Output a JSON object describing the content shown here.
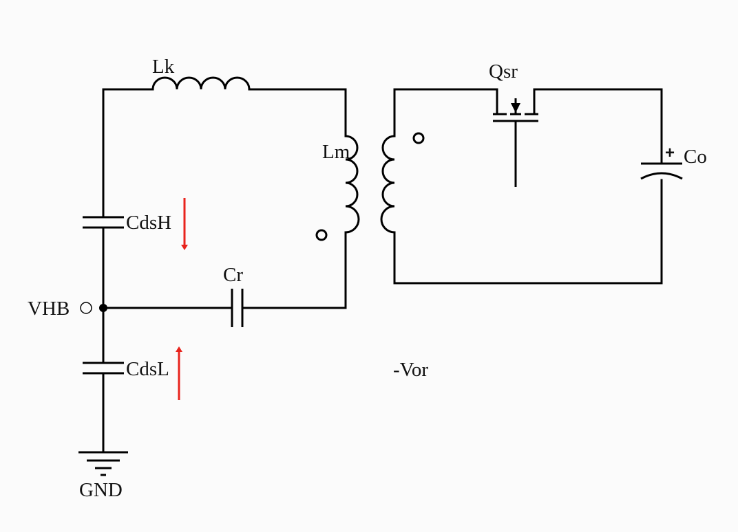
{
  "labels": {
    "lk": "Lk",
    "lm": "Lm",
    "cdsh": "CdsH",
    "cr": "Cr",
    "vhb": "VHB",
    "cdsl": "CdsL",
    "gnd": "GND",
    "qsr": "Qsr",
    "co": "Co",
    "co_plus": "+",
    "vor": "-Vor"
  },
  "colors": {
    "wire": "#000000",
    "arrow": "#e8231c",
    "background": "#fbfbfb"
  }
}
